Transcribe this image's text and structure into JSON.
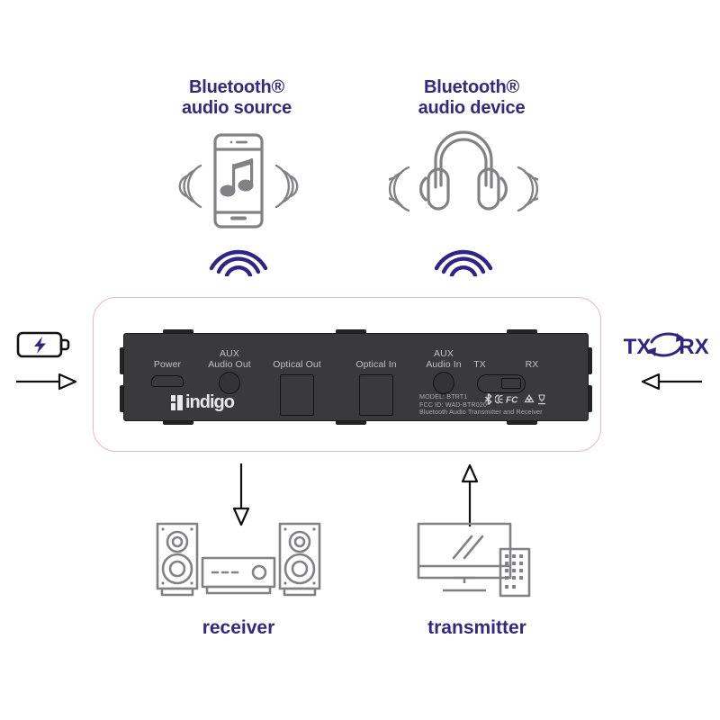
{
  "diagram": {
    "title": "Bluetooth Audio Transmitter and Receiver connection diagram",
    "colors": {
      "accent_purple": "#312a7e",
      "icon_gray": "#808285",
      "frame_pink": "#f2b6bc",
      "device_body": "#3a3a3c",
      "device_label": "#bfc0c2"
    }
  },
  "headings": {
    "source": "Bluetooth®\naudio source",
    "device": "Bluetooth®\naudio device"
  },
  "captions": {
    "receiver": "receiver",
    "transmitter": "transmitter"
  },
  "icons": {
    "phone": "smartphone-music-icon",
    "headphones": "headphones-icon",
    "stereo": "stereo-receiver-icon",
    "tv": "television-remote-icon",
    "battery": "battery-charging-icon",
    "sound_waves": "sound-wave-icon",
    "bluetooth_waves": "bluetooth-signal-icon",
    "arrow_in": "arrow-right-icon",
    "arrow_out": "arrow-left-icon",
    "arrow_down": "arrow-down-icon",
    "arrow_up": "arrow-up-icon",
    "txrx_loop": "circular-arrows-icon"
  },
  "mode_indicator": {
    "tx_label": "TX",
    "rx_label": "RX"
  },
  "device": {
    "brand": "indigo",
    "ports": [
      {
        "label": "Power",
        "type": "usb"
      },
      {
        "label": "AUX\nAudio Out",
        "type": "jack"
      },
      {
        "label": "Optical Out",
        "type": "optical"
      },
      {
        "label": "Optical In",
        "type": "optical"
      },
      {
        "label": "AUX\nAudio In",
        "type": "jack"
      }
    ],
    "switch": {
      "tx_label": "TX",
      "rx_label": "RX",
      "position": "RX"
    },
    "regulatory": {
      "model": "MODEL: BTRT1",
      "fcc_id": "FCC ID: WAD-BTR020",
      "description": "Bluetooth Audio Transmitter and Receiver",
      "marks": [
        "bluetooth-mark",
        "ce-mark",
        "fcc-mark",
        "recycle-mark",
        "weee-mark"
      ]
    }
  }
}
